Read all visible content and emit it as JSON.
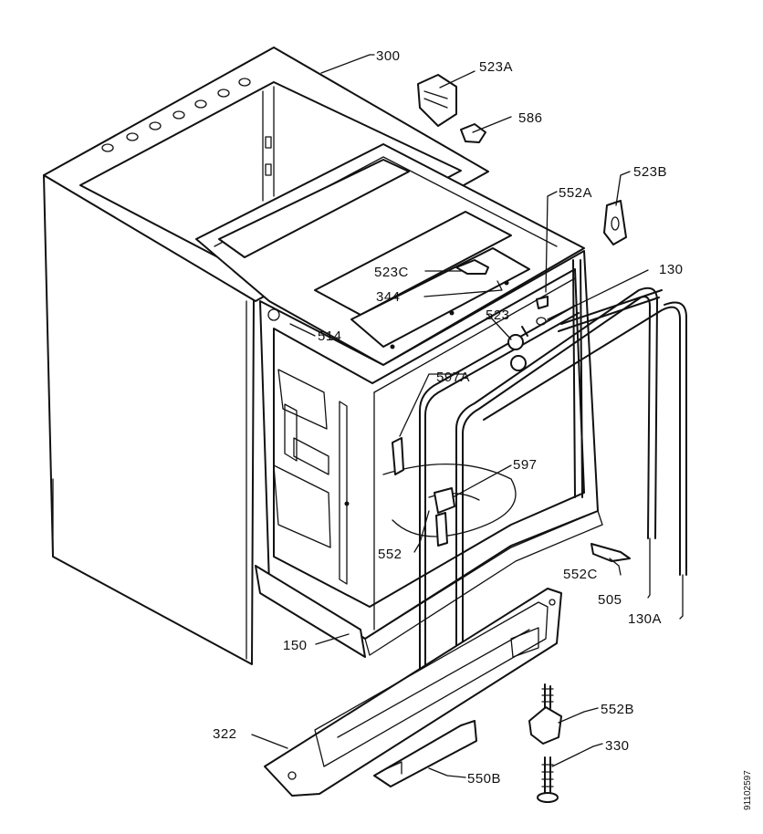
{
  "parts": {
    "p300": "300",
    "p523A": "523A",
    "p586": "586",
    "p523B": "523B",
    "p552A": "552A",
    "p130": "130",
    "p523C": "523C",
    "p344": "344",
    "p523": "523",
    "p514": "514",
    "p597A": "597A",
    "p597": "597",
    "p552": "552",
    "p552C": "552C",
    "p505": "505",
    "p130A": "130A",
    "p150": "150",
    "p552B": "552B",
    "p322": "322",
    "p330": "330",
    "p550B": "550B"
  },
  "reference_code": "91102597"
}
